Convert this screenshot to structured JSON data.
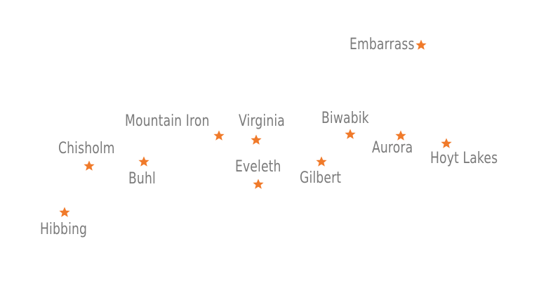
{
  "map": {
    "marker_icon": "star-icon",
    "marker_color": "#f07a2a",
    "label_color": "#7a7a7a",
    "background": "#ffffff",
    "places": [
      {
        "id": "embarrass",
        "name": "Embarrass"
      },
      {
        "id": "mountain-iron",
        "name": "Mountain Iron"
      },
      {
        "id": "virginia",
        "name": "Virginia"
      },
      {
        "id": "biwabik",
        "name": "Biwabik"
      },
      {
        "id": "aurora",
        "name": "Aurora"
      },
      {
        "id": "hoyt-lakes",
        "name": "Hoyt Lakes"
      },
      {
        "id": "chisholm",
        "name": "Chisholm"
      },
      {
        "id": "buhl",
        "name": "Buhl"
      },
      {
        "id": "eveleth",
        "name": "Eveleth"
      },
      {
        "id": "gilbert",
        "name": "Gilbert"
      },
      {
        "id": "hibbing",
        "name": "Hibbing"
      }
    ]
  }
}
